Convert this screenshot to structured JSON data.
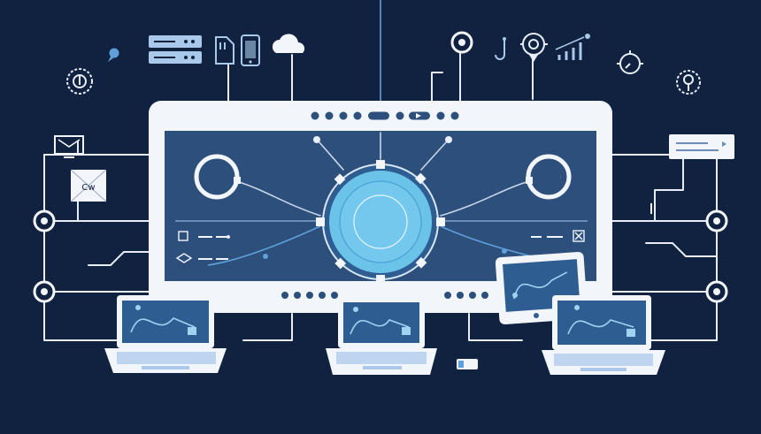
{
  "scene": {
    "background": "#10223f",
    "accent": "#5fa0d8",
    "hub_color": "#6cc3ea",
    "panel_color": "#2c4f7c",
    "frame_color": "#f2f5fa"
  },
  "mail_card": {
    "text": "Cw"
  },
  "icons": [
    "settings-gear-icon",
    "chat-bubble-icon",
    "server-rack-icon",
    "sd-card-icon",
    "smartphone-icon",
    "cloud-icon",
    "target-ring-icon",
    "hook-connector-icon",
    "camera-gear-icon",
    "bar-chart-icon",
    "compass-icon",
    "location-gear-icon",
    "monitor-icon",
    "mail-envelope-icon",
    "network-hub-icon",
    "laptop-icon",
    "tablet-icon",
    "message-card-icon"
  ],
  "devices": {
    "laptops": 3,
    "tablets": 1
  }
}
